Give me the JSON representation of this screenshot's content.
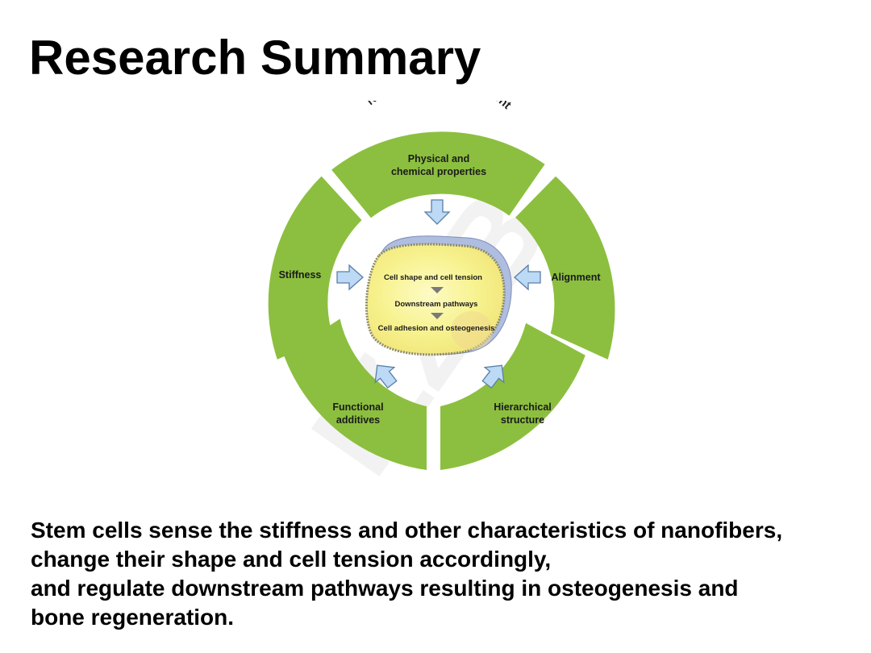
{
  "title": "Research Summary",
  "watermark": "IZZ-B",
  "diagram": {
    "ring_label": "Nanofibrous Environment",
    "segments": {
      "top": [
        "Physical and",
        "chemical properties"
      ],
      "left": [
        "Stiffness"
      ],
      "right": [
        "Alignment"
      ],
      "bottom_left": [
        "Functional",
        "additives"
      ],
      "bottom_right": [
        "Hierarchical",
        "structure"
      ]
    },
    "cell_steps": [
      "Cell shape and cell tension",
      "Downstream pathways",
      "Cell adhesion and osteogenesis"
    ]
  },
  "summary": {
    "lines": [
      "Stem cells sense the stiffness and other characteristics of nanofibers,",
      "change their shape and cell tension accordingly,",
      "and regulate downstream pathways resulting in osteogenesis and",
      "bone regeneration."
    ]
  },
  "colors": {
    "segment_green": "#8cbf3f",
    "arrow_fill": "#bcd9f5",
    "arrow_stroke": "#5a7fa8",
    "cell_fill": "#f7f28e",
    "cell_shadow": "#aebde0"
  }
}
